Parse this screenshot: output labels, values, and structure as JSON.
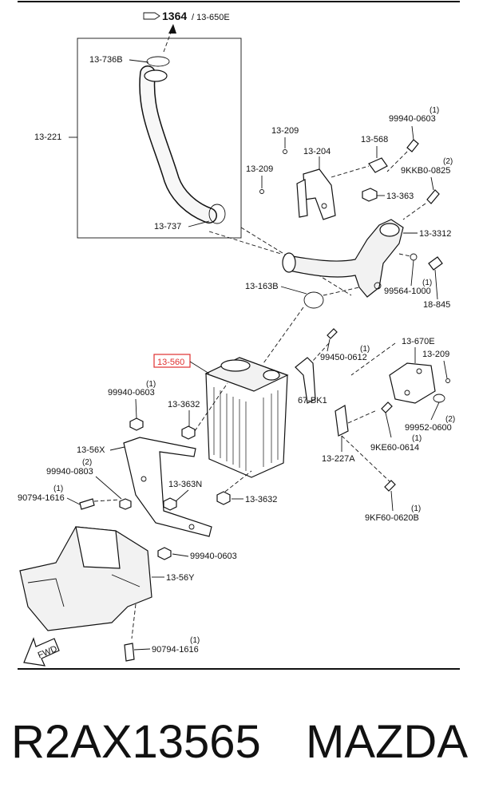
{
  "diagram": {
    "ref_main": "1364",
    "ref_sub": "/ 13-650E",
    "labels": {
      "p13736b": "13-736B",
      "p13221": "13-221",
      "p13737": "13-737",
      "p13209a": "13-209",
      "p13204": "13-204",
      "p13568": "13-568",
      "p99940_0603_top": "99940-0603",
      "p9kkb0": "9KKB0-0825",
      "p13209b": "13-209",
      "p13363": "13-363",
      "p133312": "13-3312",
      "p99564": "99564-1000",
      "p18845": "18-845",
      "p13163b": "13-163B",
      "p13560": "13-560",
      "p99450": "99450-0612",
      "p13670e": "13-670E",
      "p13209c": "13-209",
      "p99940_0603_left": "99940-0603",
      "p13632a": "13-3632",
      "p67bk1": "67-BK1",
      "p99952": "99952-0600",
      "p9ke60": "9KE60-0614",
      "p1356x": "13-56X",
      "p99940_0803": "99940-0803",
      "p13227a": "13-227A",
      "p90794_top": "90794-1616",
      "p13363n": "13-363N",
      "p13632b": "13-3632",
      "p9kf60": "9KF60-0620B",
      "p99940_0603_bottom": "99940-0603",
      "p1356y": "13-56Y",
      "p90794_bottom": "90794-1616",
      "fwd": "FWD"
    },
    "quantities": {
      "q99940_0603_top": "(1)",
      "q9kkb0": "(2)",
      "q99564": "(1)",
      "q99450": "(1)",
      "q99940_0603_left": "(1)",
      "q99952": "(2)",
      "q9ke60": "(1)",
      "q99940_0803": "(2)",
      "q90794_top": "(1)",
      "q9kf60": "(1)",
      "q90794_bottom": "(1)"
    },
    "highlight_color": "#e03030"
  },
  "footer": {
    "part_number": "R2AX13565",
    "brand": "MAZDA"
  }
}
